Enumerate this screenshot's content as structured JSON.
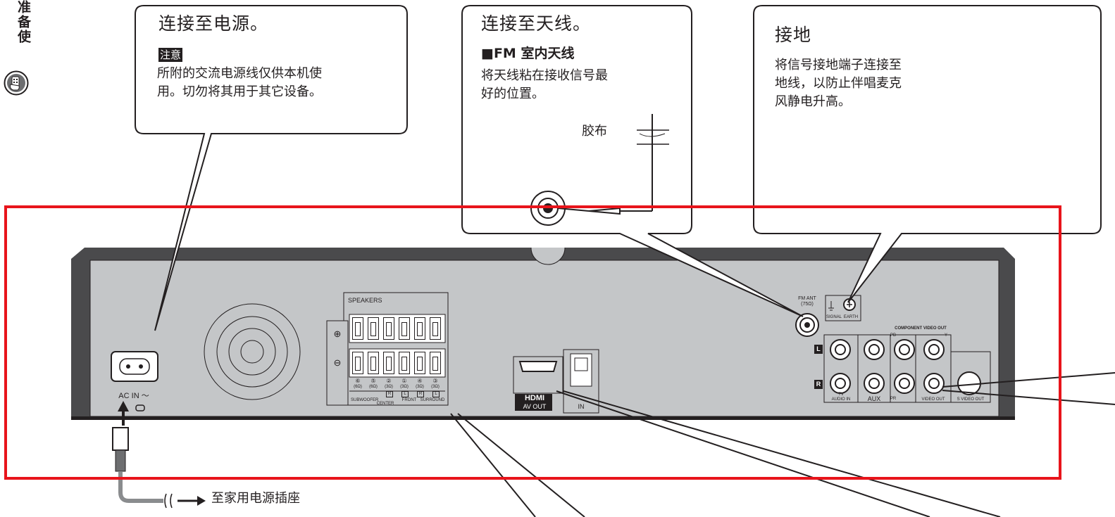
{
  "side_tab": {
    "title": "准备使",
    "icon": "remote-hand-icon"
  },
  "callouts": {
    "power": {
      "title": "连接至电源。",
      "caution_label": "注意",
      "text_line1": "所附的交流电源线仅供本机使",
      "text_line2": "用。切勿将其用于其它设备。"
    },
    "antenna": {
      "title": "连接至天线。",
      "subtitle": "■FM 室内天线",
      "text_line1": "将天线粘在接收信号最",
      "text_line2": "好的位置。",
      "tape_label": "胶布"
    },
    "ground": {
      "title": "接地",
      "text_line1": "将信号接地端子连接至",
      "text_line2": "地线，以防止伴唱麦克",
      "text_line3": "风静电升高。"
    }
  },
  "device_labels": {
    "ac_in": "AC  IN ～",
    "speakers": "SPEAKERS",
    "plus": "⊕",
    "minus": "⊖",
    "speaker_ohms": [
      "(6Ω)",
      "(6Ω)",
      "(3Ω)",
      "(3Ω)",
      "(3Ω)",
      "(3Ω)"
    ],
    "speaker_nums": [
      "⑥",
      "⑤",
      "②",
      "①",
      "④",
      "③"
    ],
    "speaker_lr": [
      "",
      "",
      "R",
      "L",
      "R",
      "L"
    ],
    "speaker_groups": [
      "SUBWOOFER",
      "CENTER",
      "FRONT",
      "SURROUND"
    ],
    "hdmi_logo": "HDMI",
    "hdmi_out": "AV OUT",
    "optical_in": "IN",
    "fm_ant": "FM ANT",
    "fm_ohm": "(75Ω)",
    "signal": "SIGNAL",
    "earth": "EARTH",
    "component_video_out": "COMPONENT VIDEO OUT",
    "pb": "PB",
    "pr": "PR",
    "y": "Y",
    "l": "L",
    "r": "R",
    "tv_audio_in_1": "TV",
    "tv_audio_in_2": "AUDIO IN",
    "aux": "AUX",
    "video_out": "VIDEO OUT",
    "s_video_out": "S VIDEO OUT"
  },
  "outlet_label": "至家用电源插座",
  "colors": {
    "highlight_frame": "#e8141b",
    "panel": "#c4c6c8",
    "chassis": "#4a4a4c",
    "ink": "#231f20"
  }
}
